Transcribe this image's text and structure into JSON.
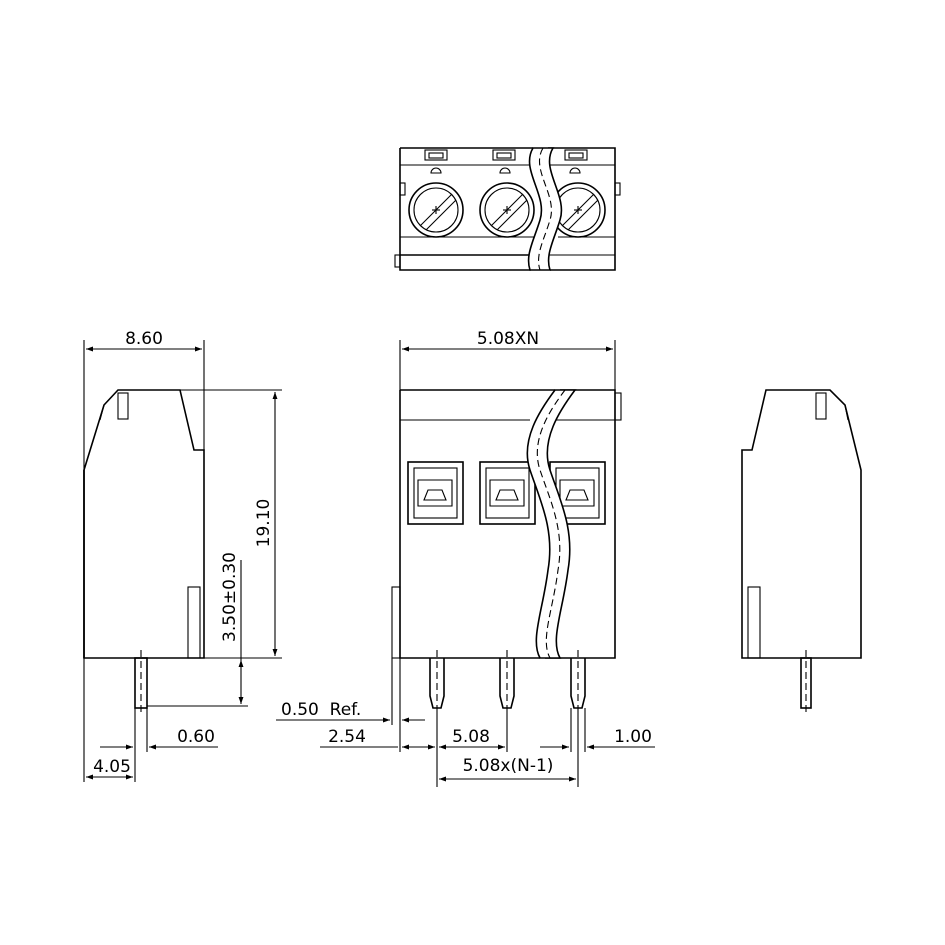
{
  "dimensions": {
    "width": "8.60",
    "height": "19.10",
    "pin_length": "3.50±0.30",
    "pin_width": "0.60",
    "pin_offset": "4.05",
    "body_width": "5.08XN",
    "pin_thickness_ref": "0.50  Ref.",
    "edge_to_pin": "2.54",
    "pitch": "5.08",
    "pitch_span": "5.08x(N-1)",
    "pin_side": "1.00"
  }
}
